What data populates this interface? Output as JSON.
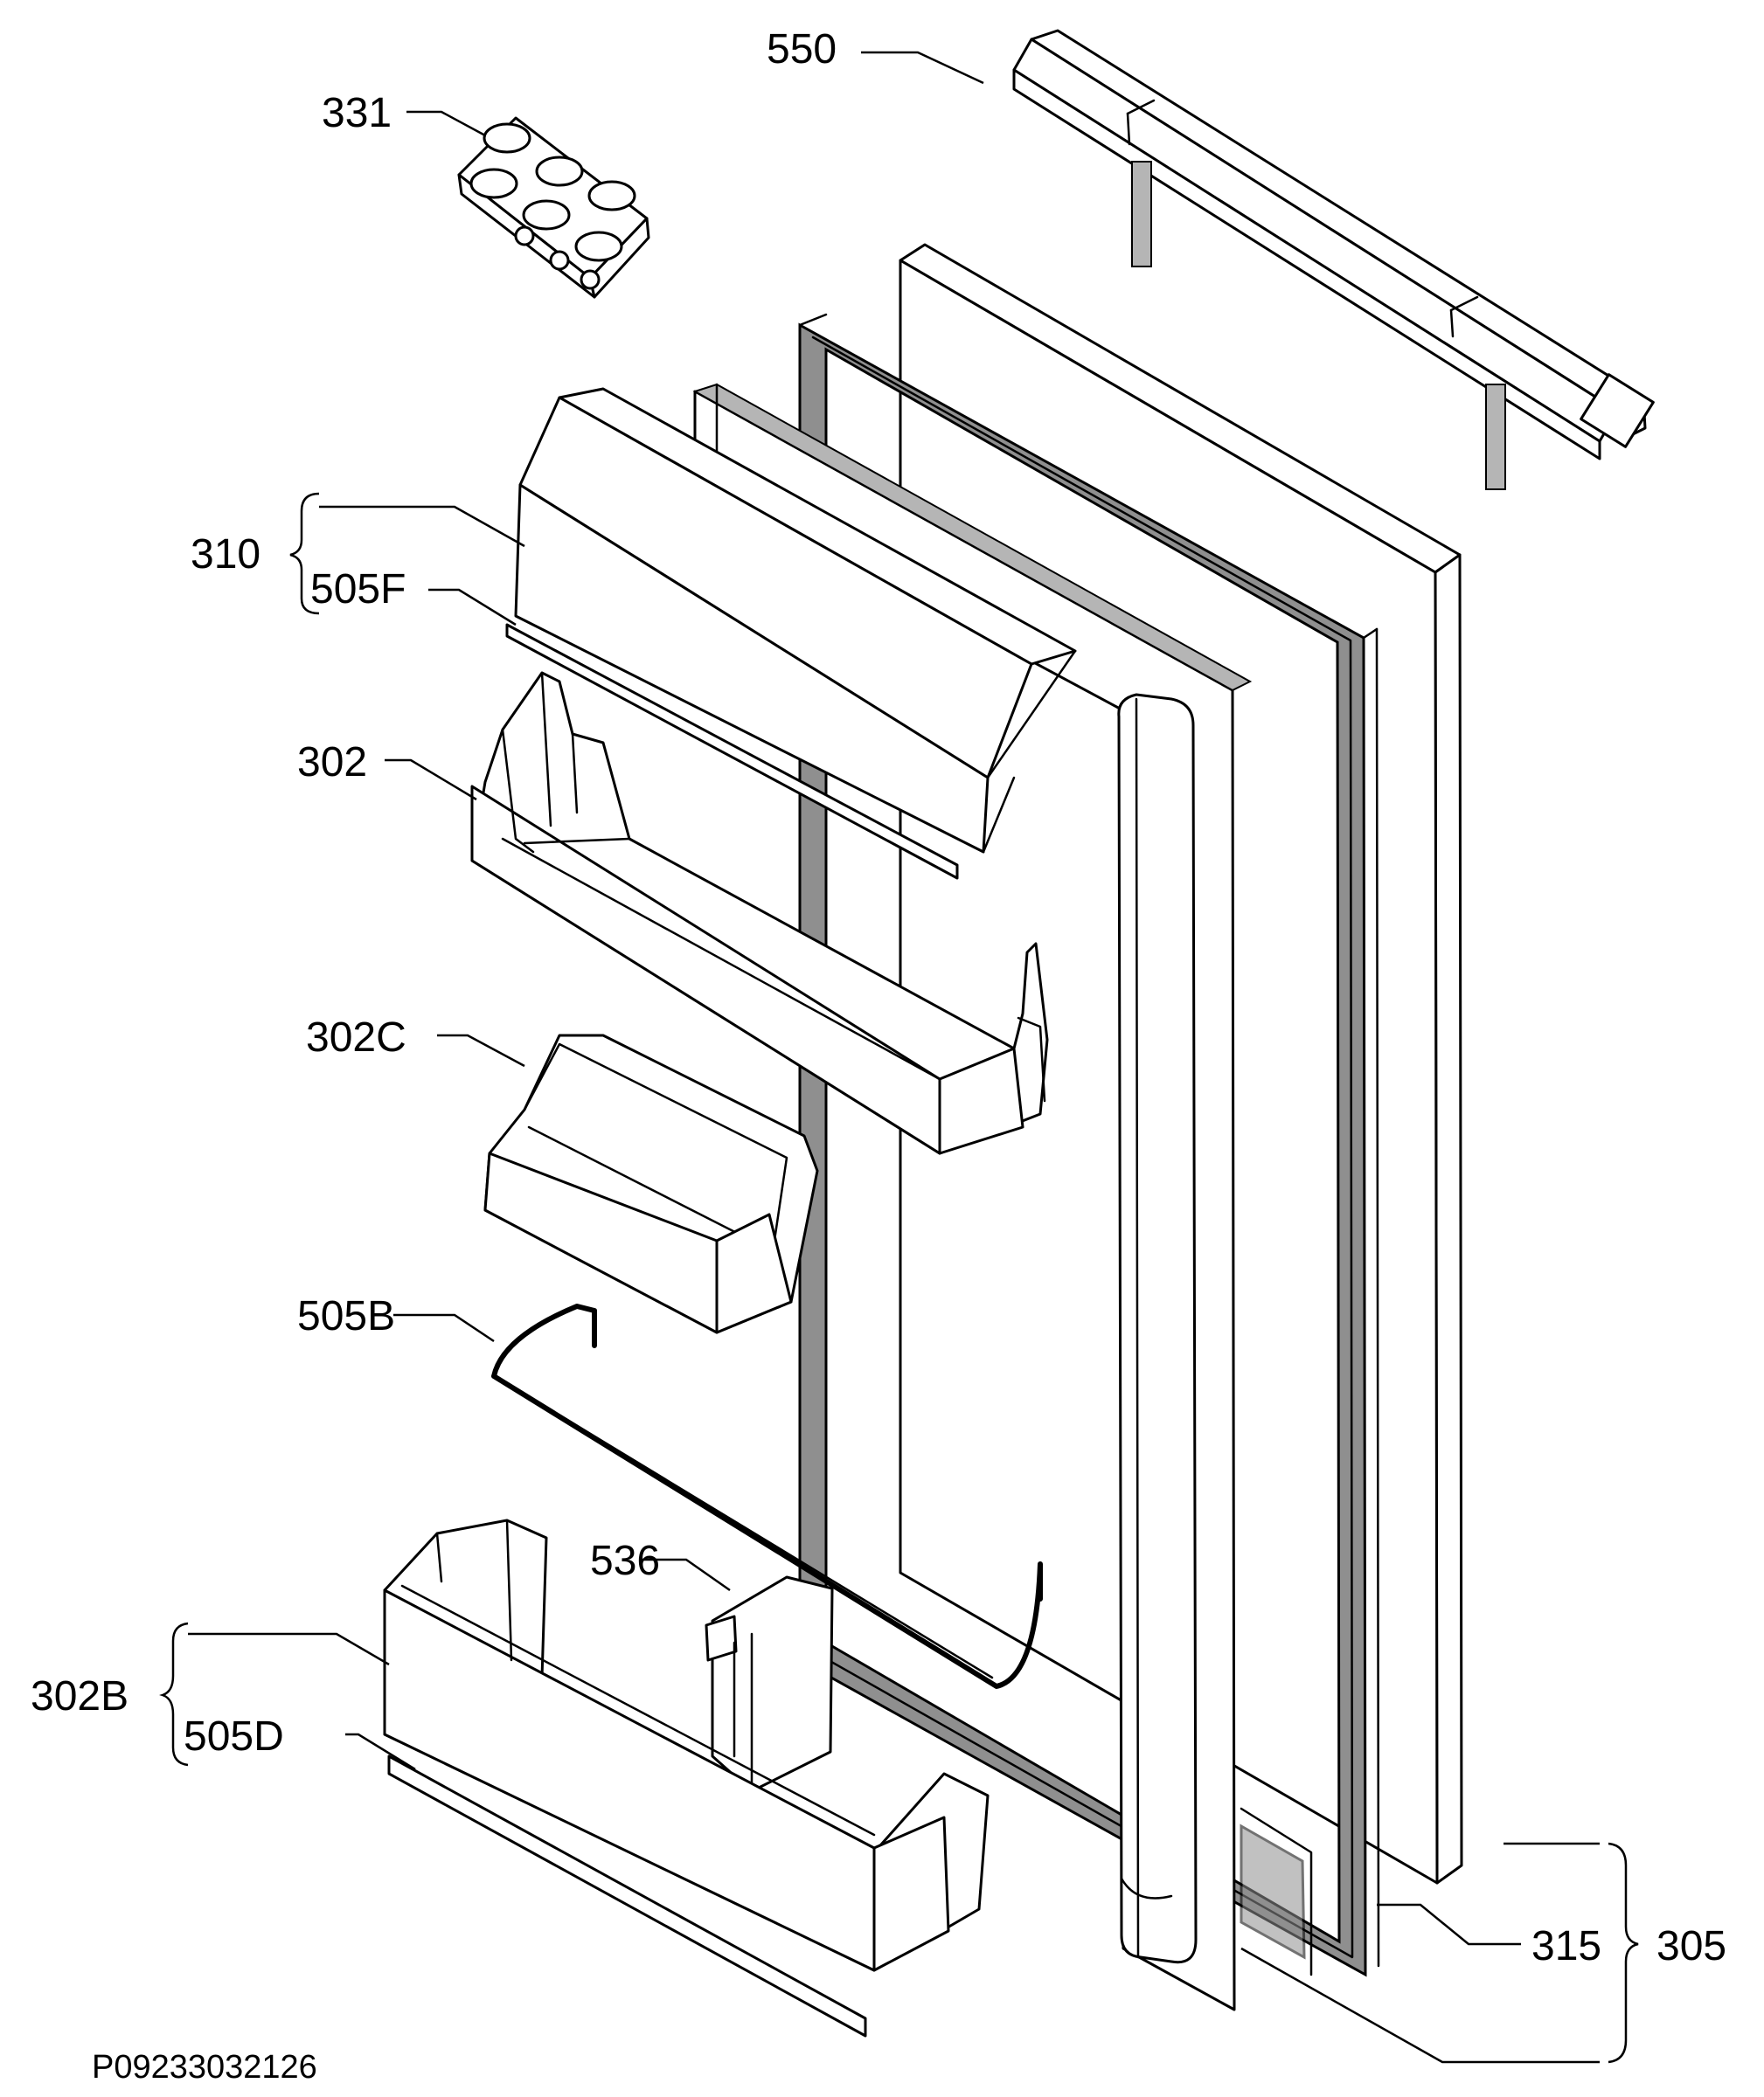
{
  "labels": {
    "p550": "550",
    "p331": "331",
    "p310": "310",
    "p505F": "505F",
    "p302": "302",
    "p302C": "302C",
    "p505B": "505B",
    "p536": "536",
    "p302B": "302B",
    "p505D": "505D",
    "p315": "315",
    "p305": "305"
  },
  "drawing_code": "P09233032126"
}
